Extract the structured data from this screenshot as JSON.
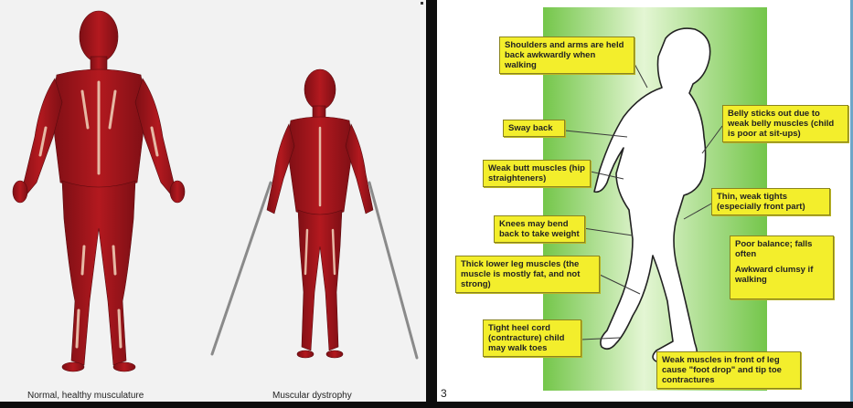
{
  "left_figure": {
    "caption_normal": "Normal, healthy musculature",
    "caption_dystrophy": "Muscular dystrophy"
  },
  "right_figure": {
    "page_number": "3",
    "callouts": {
      "shoulders": "Shoulders and arms are held back awkwardly when walking",
      "sway_back": "Sway back",
      "butt": "Weak butt muscles (hip straighteners)",
      "knees": "Knees may bend back to take weight",
      "lower_leg": "Thick lower leg muscles (the muscle is mostly fat, and not strong)",
      "heel_cord": "Tight heel cord (contracture) child may walk toes",
      "belly": "Belly sticks out due to weak belly muscles (child is poor at sit-ups)",
      "thighs": "Thin, weak tights (especially front part)",
      "balance": "Poor balance; falls often",
      "clumsy": "Awkward clumsy if walking",
      "foot_drop": "Weak muscles in front of leg cause \"foot drop\" and tip toe contractures"
    }
  },
  "colors": {
    "muscle_red": "#a5161c",
    "tendon": "#e6b8a4",
    "panel_green": "#9ed86a",
    "callout_yellow": "#f3ee2c"
  }
}
